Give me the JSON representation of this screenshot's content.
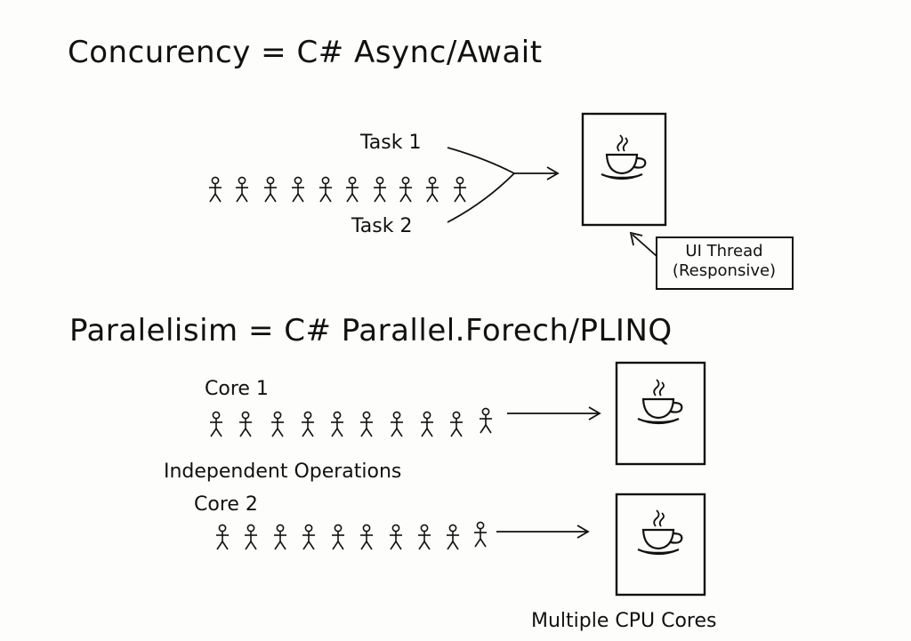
{
  "concurrency": {
    "title": "Concurency = C# Async/Await",
    "task1": "Task 1",
    "task2": "Task 2",
    "ui_thread_line1": "UI Thread",
    "ui_thread_line2": "(Responsive)"
  },
  "parallelism": {
    "title": "Paralelisim = C# Parallel.Forech/PLINQ",
    "core1": "Core 1",
    "core2": "Core 2",
    "independent": "Independent Operations",
    "multiple_cores": "Multiple CPU Cores"
  },
  "icons": {
    "figure": "stick-figure-icon",
    "coffee": "coffee-cup-icon"
  },
  "colors": {
    "ink": "#111111",
    "paper": "#fdfdfb"
  }
}
